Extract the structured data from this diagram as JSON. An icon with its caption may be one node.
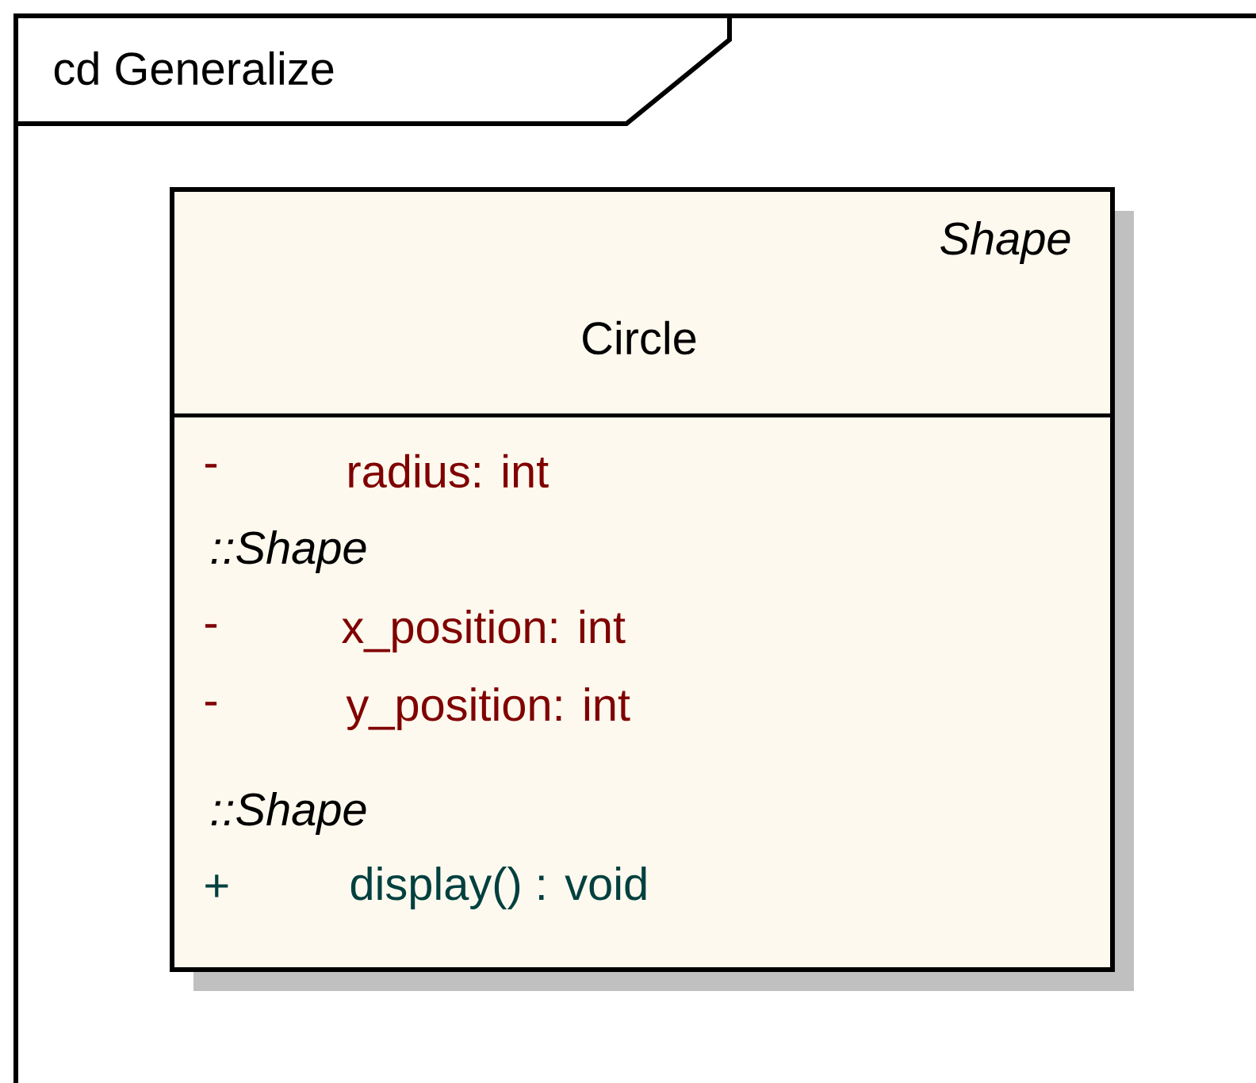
{
  "diagram": {
    "nodes": [
      {
        "text": [
          "cd Generalize"
        ]
      },
      {
        "text": [
          "Shape",
          "Circle",
          "-",
          "radius: int",
          "::Shape",
          "-",
          "x_position: int",
          "-",
          "y_position: int",
          "::Shape",
          "+",
          "display() : void"
        ],
        "in": 0
      }
    ]
  }
}
